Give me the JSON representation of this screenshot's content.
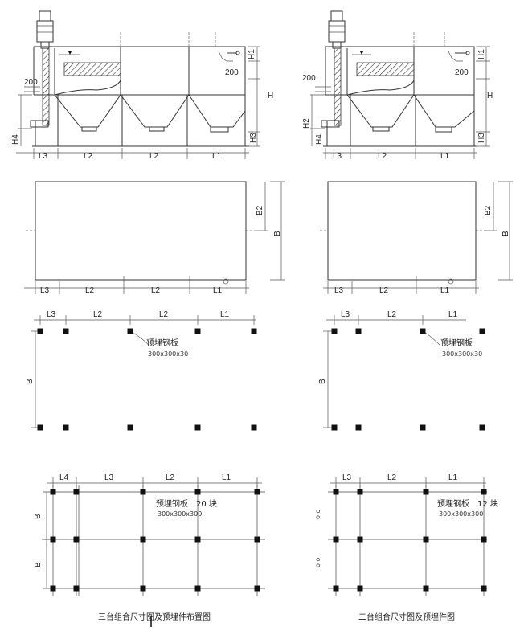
{
  "captions": {
    "left": "三台组合尺寸图及预埋件布置图",
    "right": "二台组合尺寸图及预埋件图"
  },
  "dims": {
    "L1": "L1",
    "L2": "L2",
    "L3": "L3",
    "L4": "L4",
    "B": "B",
    "B2": "B2",
    "H": "H",
    "H1": "H1",
    "H2": "H2",
    "H3": "H3",
    "H4": "H4",
    "d200": "200"
  },
  "notes": {
    "plate": "预埋钢板",
    "plate_size_a": "300x300x30",
    "plate_size_b": "300x300x30",
    "plate_left_count": "20 块",
    "plate_right_count": "12 块",
    "plate_size_bottom": "300x300x300",
    "oo": "o o"
  }
}
